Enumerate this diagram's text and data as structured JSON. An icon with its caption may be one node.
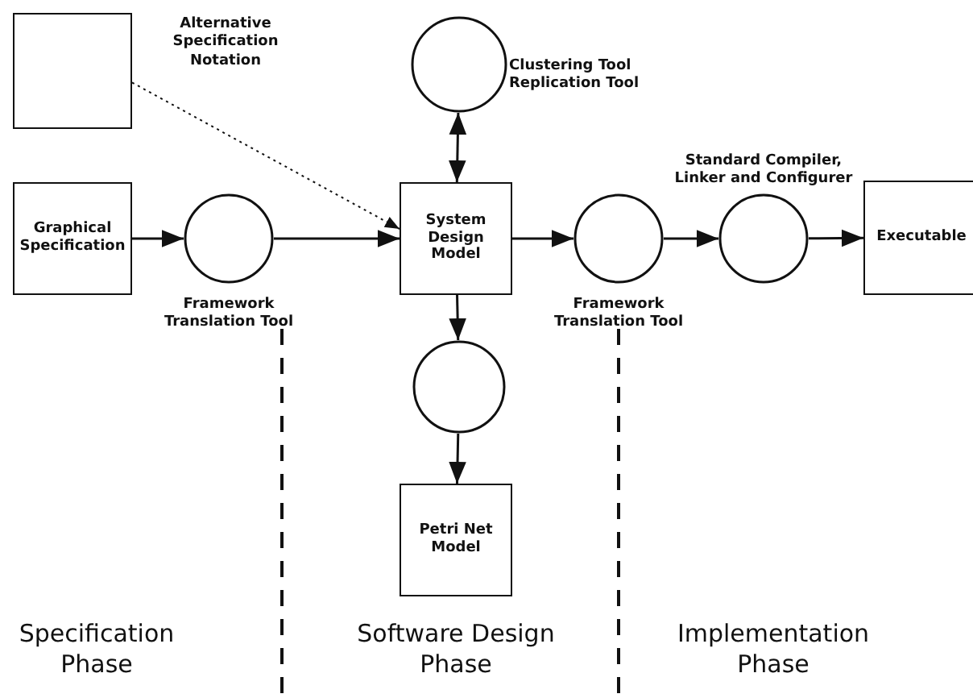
{
  "diagram": {
    "nodes": [
      {
        "text": [],
        "shape": "box",
        "beside": [
          "Alternative Specification Notation"
        ]
      },
      {
        "text": [
          "Graphical Specification"
        ]
      },
      {
        "text": [],
        "shape": "circle",
        "beside": [
          "Framework Translation Tool"
        ]
      },
      {
        "text": [
          "System Design Model"
        ]
      },
      {
        "text": [],
        "shape": "circle",
        "beside": [
          "Clustering Tool Replication Tool"
        ]
      },
      {
        "text": [],
        "shape": "circle"
      },
      {
        "text": [
          "Petri Net Model"
        ]
      },
      {
        "text": [],
        "shape": "circle",
        "beside": [
          "Framework Translation Tool"
        ]
      },
      {
        "text": [],
        "shape": "circle",
        "beside": [
          "Standard Compiler, Linker and Configurer"
        ]
      },
      {
        "text": [
          "Executable"
        ]
      }
    ],
    "edges": [
      {
        "from": 1,
        "to": 2,
        "arrow": "to"
      },
      {
        "from": 2,
        "to": 3,
        "arrow": "to"
      },
      {
        "from": 0,
        "to": 3,
        "arrow": "to",
        "style": "dashed"
      },
      {
        "from": 3,
        "to": 4,
        "arrow": "both"
      },
      {
        "from": 3,
        "to": 5,
        "arrow": "to"
      },
      {
        "from": 5,
        "to": 6,
        "arrow": "to"
      },
      {
        "from": 3,
        "to": 7,
        "arrow": "to"
      },
      {
        "from": 7,
        "to": 8,
        "arrow": "to"
      },
      {
        "from": 8,
        "to": 9,
        "arrow": "to"
      }
    ],
    "labels": [
      "Specification Phase",
      "Software Design Phase",
      "Implementation Phase"
    ]
  }
}
